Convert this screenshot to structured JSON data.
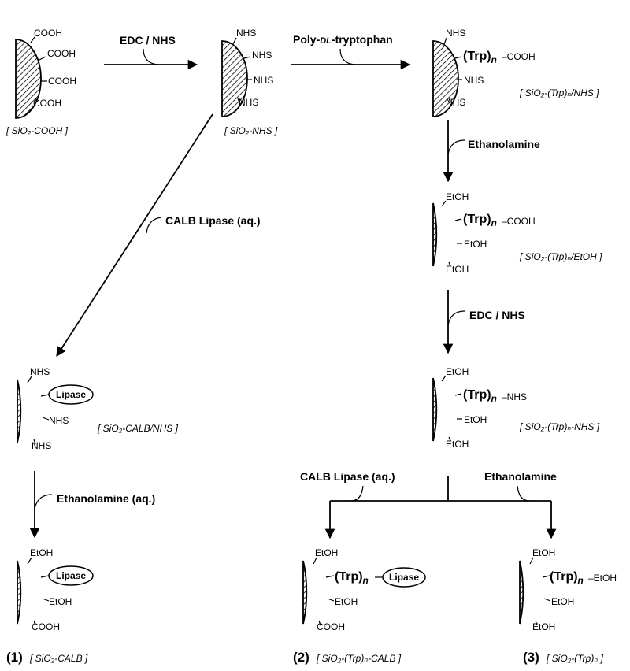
{
  "reagents": {
    "edc_nhs_1": "EDC / NHS",
    "poly_dl_trp_a": "Poly-",
    "poly_dl_trp_b": "DL",
    "poly_dl_trp_c": "-tryptophan",
    "ethanolamine_1": "Ethanolamine",
    "calb_lipase_long": "CALB Lipase (aq.)",
    "edc_nhs_2": "EDC / NHS",
    "ethanolamine_aq": "Ethanolamine (aq.)",
    "calb_lipase_branch": "CALB Lipase (aq.)",
    "ethanolamine_branch": "Ethanolamine"
  },
  "groups": {
    "cooh": "COOH",
    "nhs": "NHS",
    "etoh": "EtOH",
    "trp": "(Trp)",
    "n": "n",
    "lipase": "Lipase"
  },
  "tails": {
    "cooh": "–COOH",
    "nhs": "–NHS",
    "etoh": "–EtOH"
  },
  "captions": {
    "sio2_cooh": "[ SiO₂-COOH ]",
    "sio2_nhs": "[ SiO₂-NHS ]",
    "sio2_trp_nhs": "[ SiO₂-(Trp)ₙ/NHS ]",
    "sio2_trp_etoh": "[ SiO₂-(Trp)ₙ/EtOH ]",
    "sio2_calb_nhs": "[ SiO₂-CALB/NHS ]",
    "sio2_trp_nhs_2": "[ SiO₂-(Trp)ₙ-NHS ]",
    "sio2_calb": "[ SiO₂-CALB ]",
    "sio2_trp_calb": "[ SiO₂-(Trp)ₙ-CALB ]",
    "sio2_trp": "[ SiO₂-(Trp)ₙ ]"
  },
  "product_numbers": {
    "p1": "(1)",
    "p2": "(2)",
    "p3": "(3)"
  }
}
